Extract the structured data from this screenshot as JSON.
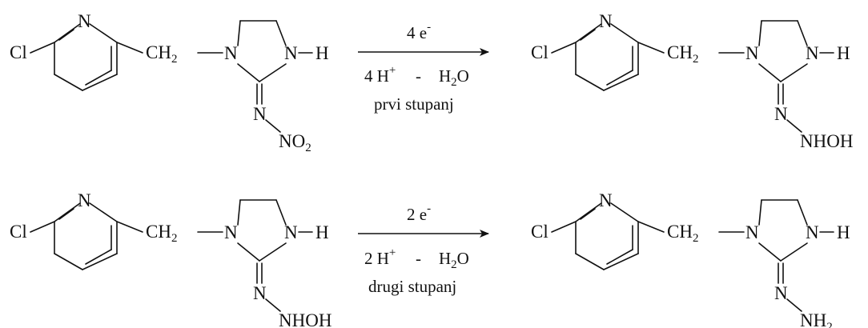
{
  "atoms": {
    "N": "N",
    "Cl": "Cl",
    "H": "H",
    "CH": "CH",
    "two": "2",
    "O": "O",
    "NO": "NO",
    "NHOH": "NHOH",
    "NH": "NH"
  },
  "step1": {
    "electrons": "4 e",
    "electron_charge": "-",
    "protons": "4 H",
    "proton_charge": "+",
    "minus": "-",
    "water_h": "H",
    "water_sub": "2",
    "water_o": "O",
    "label": "prvi stupanj"
  },
  "step2": {
    "electrons": "2 e",
    "electron_charge": "-",
    "protons": "2 H",
    "proton_charge": "+",
    "minus": "-",
    "water_h": "H",
    "water_sub": "2",
    "water_o": "O",
    "label": "drugi stupanj"
  }
}
